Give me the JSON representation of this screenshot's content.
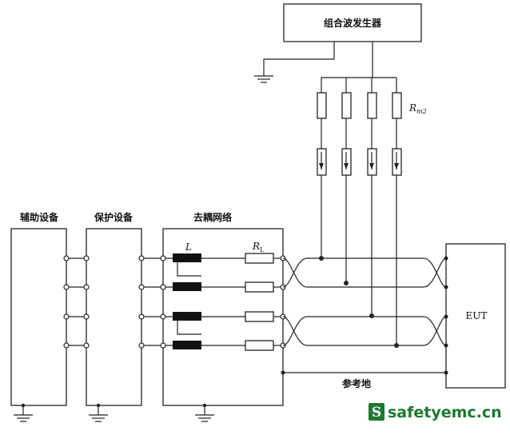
{
  "labels": {
    "generator": "组合波发生器",
    "aux": "辅助设备",
    "protect": "保护设备",
    "decouple": "去耦网络",
    "eut": "EUT",
    "ref_ground": "参考地",
    "inductor": "L",
    "rl_main": "R",
    "rl_sub": "L",
    "rm_main": "R",
    "rm_sub": "m2"
  },
  "watermark": {
    "icon_letter": "S",
    "text": "safetyemc.cn",
    "color": "#1a7a2e"
  }
}
